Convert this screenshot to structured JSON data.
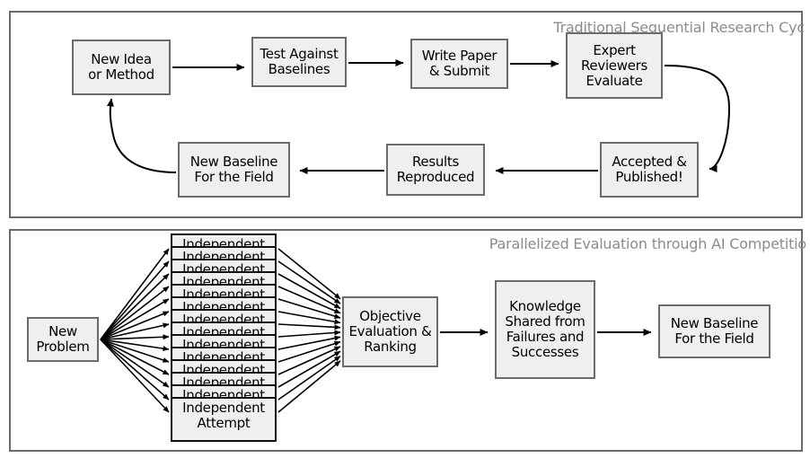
{
  "figure": {
    "type": "flow-diagram",
    "panels": [
      {
        "id": "traditional",
        "title": "Traditional Sequential Research Cyc",
        "title_full": "Traditional Sequential Research Cycle",
        "title_clipped": true,
        "nodes": [
          {
            "id": "new-idea",
            "lines": [
              "New Idea",
              "or Method"
            ]
          },
          {
            "id": "test-against",
            "lines": [
              "Test Against",
              "Baselines"
            ]
          },
          {
            "id": "write-paper",
            "lines": [
              "Write Paper",
              "& Submit"
            ]
          },
          {
            "id": "expert-reviewers",
            "lines": [
              "Expert",
              "Reviewers",
              "Evaluate"
            ]
          },
          {
            "id": "accepted",
            "lines": [
              "Accepted &",
              "Published!"
            ]
          },
          {
            "id": "results",
            "lines": [
              "Results",
              "Reproduced"
            ]
          },
          {
            "id": "new-baseline",
            "lines": [
              "New Baseline",
              "For the Field"
            ]
          }
        ],
        "edges": [
          {
            "from": "new-idea",
            "to": "test-against"
          },
          {
            "from": "test-against",
            "to": "write-paper"
          },
          {
            "from": "write-paper",
            "to": "expert-reviewers"
          },
          {
            "from": "expert-reviewers",
            "to": "accepted"
          },
          {
            "from": "accepted",
            "to": "results"
          },
          {
            "from": "results",
            "to": "new-baseline"
          },
          {
            "from": "new-baseline",
            "to": "new-idea"
          }
        ]
      },
      {
        "id": "parallelized",
        "title": "Parallelized Evaluation through AI Competitio",
        "title_full": "Parallelized Evaluation through AI Competition",
        "title_clipped": true,
        "nodes": [
          {
            "id": "new-problem",
            "lines": [
              "New",
              "Problem"
            ]
          },
          {
            "id": "independent-attempt",
            "lines": [
              "Independent",
              "Attempt"
            ],
            "stacked": true,
            "stack_count": 14
          },
          {
            "id": "objective-eval",
            "lines": [
              "Objective",
              "Evaluation &",
              "Ranking"
            ]
          },
          {
            "id": "knowledge-shared",
            "lines": [
              "Knowledge",
              "Shared from",
              "Failures and",
              "Successes"
            ]
          },
          {
            "id": "new-baseline-2",
            "lines": [
              "New Baseline",
              "For the Field"
            ]
          }
        ],
        "edges": [
          {
            "from": "new-problem",
            "to": "independent-attempt",
            "fan": "out"
          },
          {
            "from": "independent-attempt",
            "to": "objective-eval",
            "fan": "in"
          },
          {
            "from": "objective-eval",
            "to": "knowledge-shared"
          },
          {
            "from": "knowledge-shared",
            "to": "new-baseline-2"
          }
        ]
      }
    ],
    "colors": {
      "node_fill": "#efefef",
      "node_stroke": "#6b6b6b",
      "panel_stroke": "#6b6b6b",
      "edge_stroke": "#000000",
      "title_text": "#8c8c8c",
      "background": "#ffffff"
    }
  }
}
